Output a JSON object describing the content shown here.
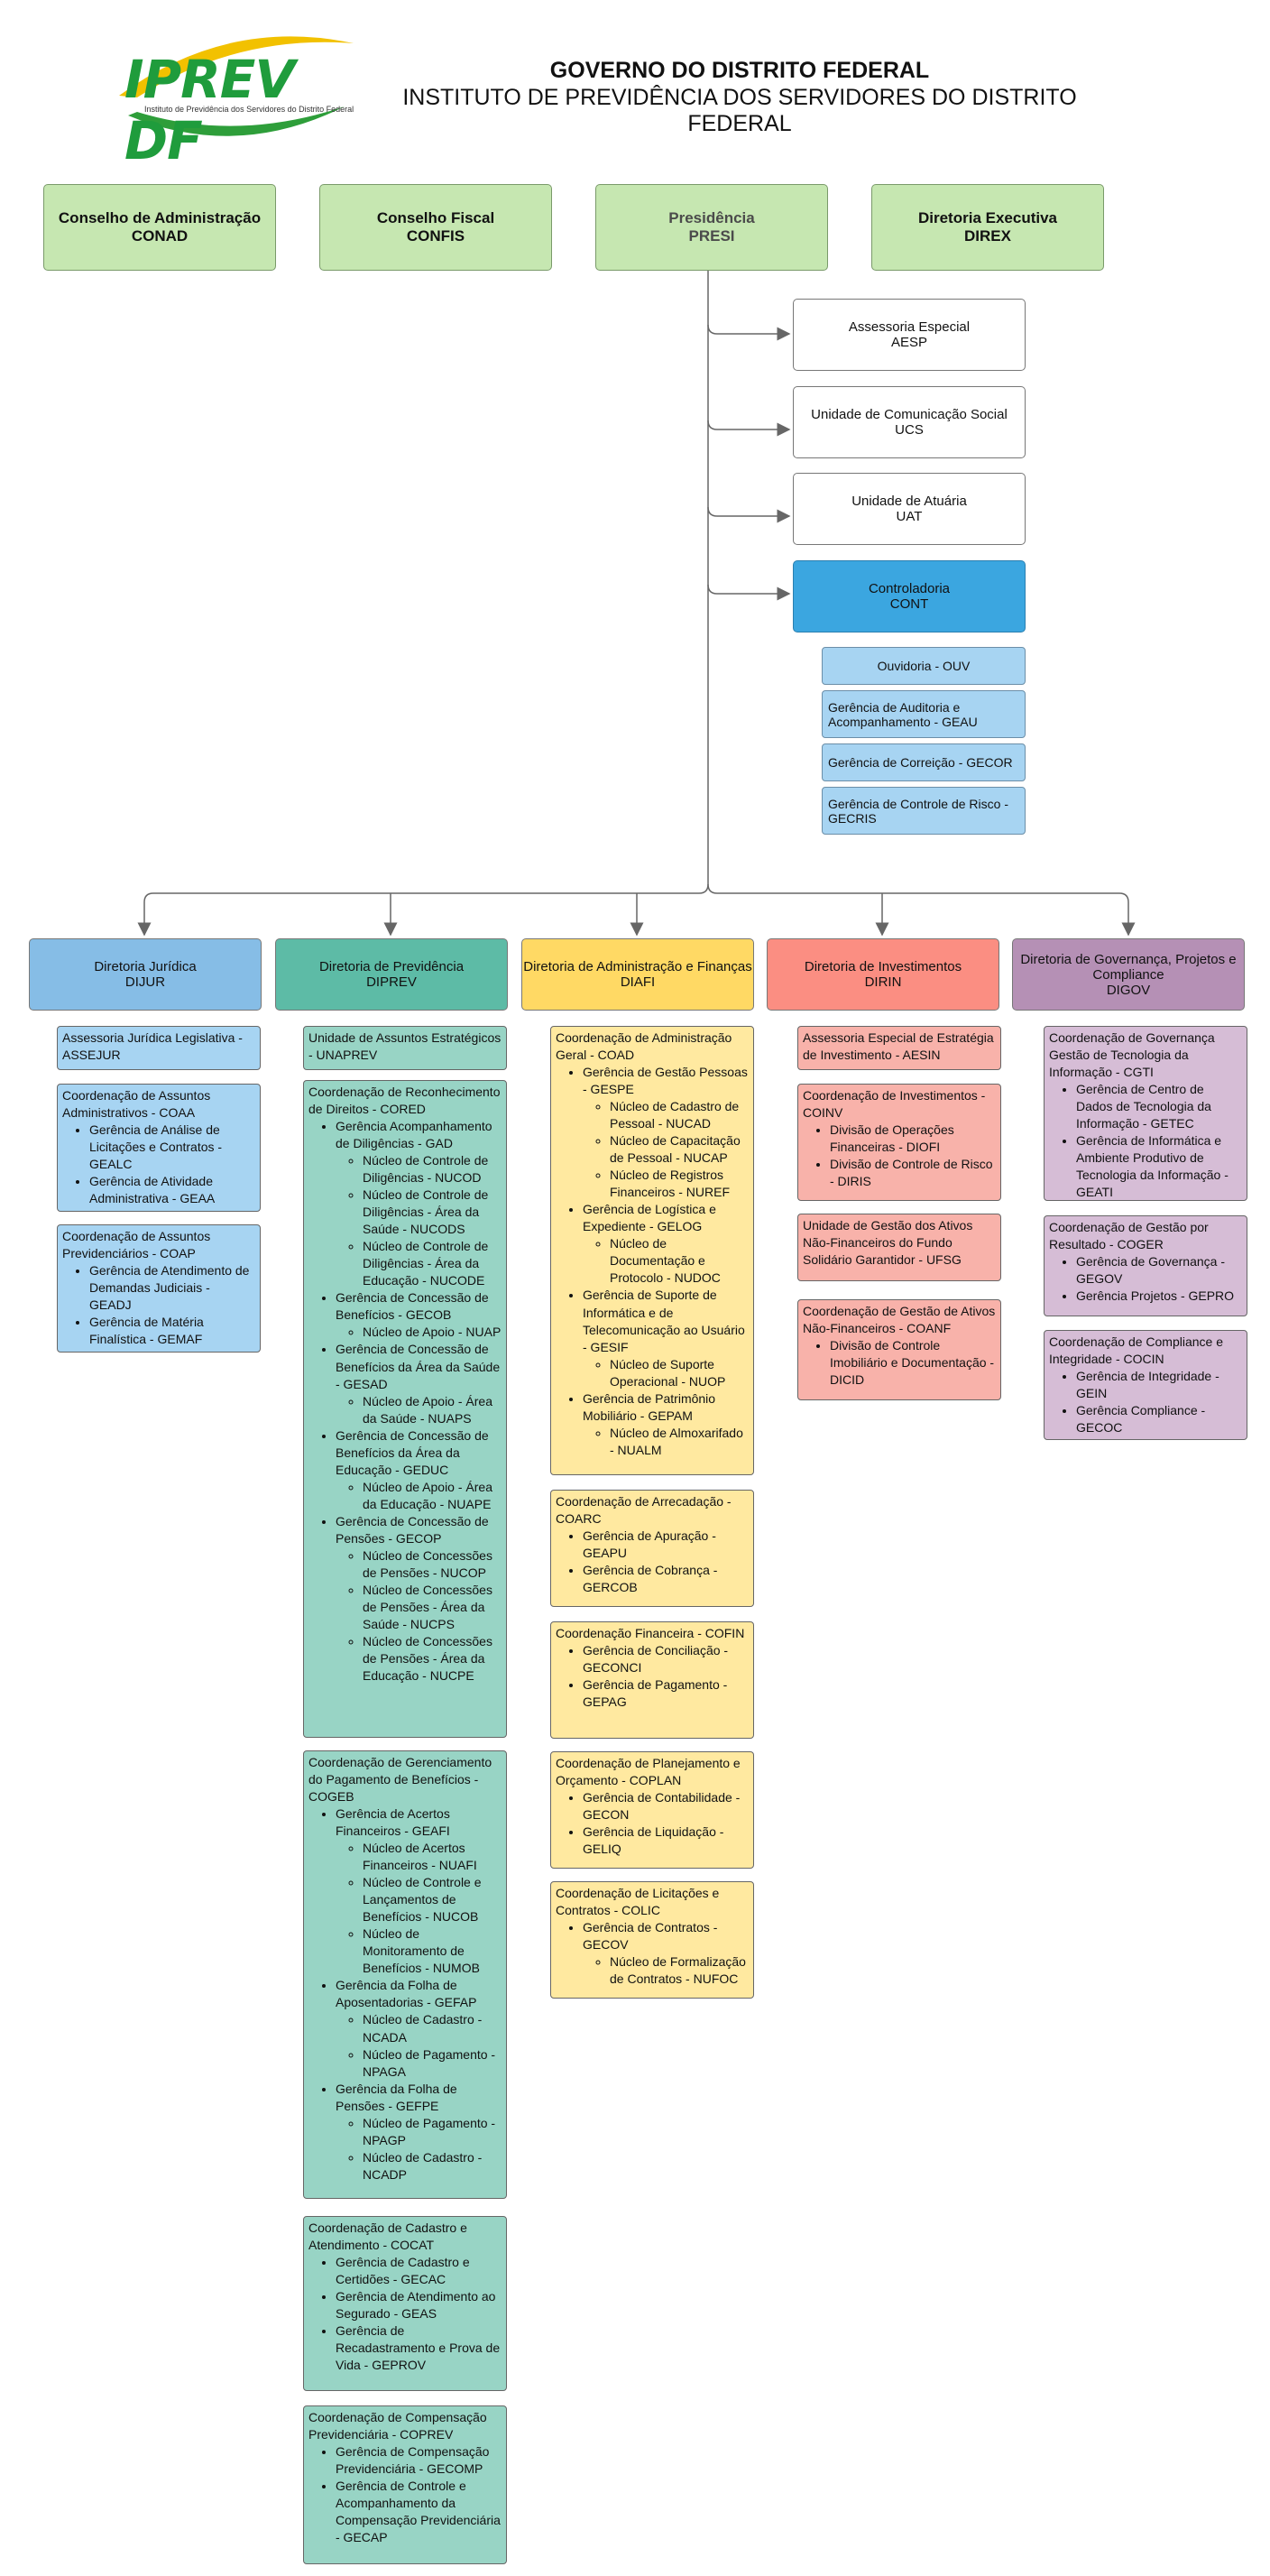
{
  "header": {
    "logo_text": "IPREV DF",
    "logo_sub": "Instituto de Previdência dos Servidores do Distrito Federal",
    "title": "GOVERNO DO DISTRITO FEDERAL",
    "subtitle": "INSTITUTO DE PREVIDÊNCIA DOS SERVIDORES DO DISTRITO FEDERAL"
  },
  "top": [
    {
      "name": "Conselho de Administração",
      "code": "CONAD"
    },
    {
      "name": "Conselho Fiscal",
      "code": "CONFIS"
    },
    {
      "name": "Presidência",
      "code": "PRESI"
    },
    {
      "name": "Diretoria Executiva",
      "code": "DIREX"
    }
  ],
  "side": [
    {
      "name": "Assessoria Especial",
      "code": "AESP"
    },
    {
      "name": "Unidade de Comunicação Social",
      "code": "UCS"
    },
    {
      "name": "Unidade de Atuária",
      "code": "UAT"
    },
    {
      "name": "Controladoria",
      "code": "CONT"
    }
  ],
  "cont_units": [
    "Ouvidoria - OUV",
    "Gerência de Auditoria e Acompanhamento - GEAU",
    "Gerência de Correição - GECOR",
    "Gerência de Controle de Risco - GECRIS"
  ],
  "directorates": [
    {
      "name": "Diretoria Jurídica",
      "code": "DIJUR"
    },
    {
      "name": "Diretoria de Previdência",
      "code": "DIPREV"
    },
    {
      "name": "Diretoria de Administração e Finanças",
      "code": "DIAFI"
    },
    {
      "name": "Diretoria de Investimentos",
      "code": "DIRIN"
    },
    {
      "name": "Diretoria de Governança, Projetos e Compliance",
      "code": "DIGOV"
    }
  ],
  "dijur": [
    {
      "title": "Assessoria Jurídica Legislativa - ASSEJUR",
      "items": []
    },
    {
      "title": "Coordenação de Assuntos Administrativos - COAA",
      "items": [
        {
          "t": "Gerência de Análise de Licitações e Contratos - GEALC"
        },
        {
          "t": "Gerência de Atividade Administrativa - GEAA"
        }
      ]
    },
    {
      "title": "Coordenação de Assuntos Previdenciários - COAP",
      "items": [
        {
          "t": "Gerência de Atendimento de Demandas Judiciais - GEADJ"
        },
        {
          "t": "Gerência de Matéria Finalística - GEMAF"
        }
      ]
    }
  ],
  "diprev": [
    {
      "title": "Unidade de Assuntos Estratégicos - UNAPREV",
      "items": []
    },
    {
      "title": "Coordenação de Reconhecimento de Direitos - CORED",
      "items": [
        {
          "t": "Gerência Acompanhamento de Diligências - GAD",
          "sub": [
            "Núcleo de Controle de Diligências - NUCOD",
            "Núcleo de Controle de Diligências - Área da Saúde - NUCODS",
            "Núcleo de Controle de Diligências - Área da Educação - NUCODE"
          ]
        },
        {
          "t": "Gerência de Concessão de Benefícios - GECOB",
          "sub": [
            "Núcleo de Apoio - NUAP"
          ]
        },
        {
          "t": "Gerência de Concessão de Benefícios da Área da Saúde - GESAD",
          "sub": [
            "Núcleo de Apoio - Área da Saúde - NUAPS"
          ]
        },
        {
          "t": "Gerência de Concessão de Benefícios da Área da Educação - GEDUC",
          "sub": [
            "Núcleo de Apoio - Área da Educação - NUAPE"
          ]
        },
        {
          "t": "Gerência de Concessão de Pensões - GECOP",
          "sub": [
            "Núcleo de Concessões de Pensões - NUCOP",
            "Núcleo de Concessões de Pensões - Área da Saúde - NUCPS",
            "Núcleo de Concessões de Pensões - Área da Educação - NUCPE"
          ]
        }
      ]
    },
    {
      "title": "Coordenação de Gerenciamento do Pagamento de Benefícios - COGEB",
      "items": [
        {
          "t": "Gerência de Acertos Financeiros - GEAFI",
          "sub": [
            "Núcleo de Acertos Financeiros - NUAFI",
            "Núcleo de Controle e Lançamentos de Benefícios - NUCOB",
            "Núcleo de Monitoramento de Benefícios - NUMOB"
          ]
        },
        {
          "t": "Gerência da Folha de Aposentadorias - GEFAP",
          "sub": [
            "Núcleo de Cadastro - NCADA",
            "Núcleo de Pagamento - NPAGA"
          ]
        },
        {
          "t": "Gerência da Folha de Pensões - GEFPE",
          "sub": [
            "Núcleo de Pagamento - NPAGP",
            "Núcleo de Cadastro - NCADP"
          ]
        }
      ]
    },
    {
      "title": "Coordenação de Cadastro e Atendimento - COCAT",
      "items": [
        {
          "t": "Gerência de Cadastro e Certidões - GECAC"
        },
        {
          "t": "Gerência de Atendimento ao Segurado - GEAS"
        },
        {
          "t": "Gerência de Recadastramento e Prova de Vida - GEPROV"
        }
      ]
    },
    {
      "title": "Coordenação de Compensação Previdenciária - COPREV",
      "items": [
        {
          "t": "Gerência de Compensação Previdenciária - GECOMP"
        },
        {
          "t": "Gerência de  Controle e Acompanhamento da Compensação Previdenciária - GECAP"
        }
      ]
    }
  ],
  "diafi": [
    {
      "title": "Coordenação de Administração Geral - COAD",
      "items": [
        {
          "t": "Gerência de Gestão Pessoas - GESPE",
          "sub": [
            "Núcleo de Cadastro de Pessoal - NUCAD",
            "Núcleo de Capacitação de Pessoal - NUCAP",
            "Núcleo de Registros Financeiros - NUREF"
          ]
        },
        {
          "t": "Gerência de Logística e Expediente - GELOG",
          "sub": [
            "Núcleo de Documentação e Protocolo - NUDOC"
          ]
        },
        {
          "t": "Gerência de Suporte de Informática e de Telecomunicação ao Usuário - GESIF",
          "sub": [
            "Núcleo de Suporte Operacional - NUOP"
          ]
        },
        {
          "t": "Gerência de Patrimônio Mobiliário - GEPAM",
          "sub": [
            "Núcleo de Almoxarifado - NUALM"
          ]
        }
      ]
    },
    {
      "title": "Coordenação de Arrecadação - COARC",
      "items": [
        {
          "t": "Gerência de Apuração - GEAPU"
        },
        {
          "t": "Gerência de Cobrança - GERCOB"
        }
      ]
    },
    {
      "title": "Coordenação Financeira - COFIN",
      "items": [
        {
          "t": "Gerência de Conciliação - GECONCI"
        },
        {
          "t": "Gerência de Pagamento - GEPAG"
        }
      ]
    },
    {
      "title": "Coordenação de Planejamento e Orçamento - COPLAN",
      "items": [
        {
          "t": "Gerência de Contabilidade - GECON"
        },
        {
          "t": "Gerência de Liquidação - GELIQ"
        }
      ]
    },
    {
      "title": "Coordenação de Licitações e Contratos - COLIC",
      "items": [
        {
          "t": "Gerência de Contratos - GECOV",
          "sub": [
            "Núcleo de Formalização de Contratos - NUFOC"
          ]
        }
      ]
    }
  ],
  "dirin": [
    {
      "title": "Assessoria Especial de Estratégia de Investimento - AESIN",
      "items": []
    },
    {
      "title": "Coordenação de Investimentos - COINV",
      "items": [
        {
          "t": "Divisão de Operações Financeiras - DIOFI"
        },
        {
          "t": "Divisão de Controle de Risco - DIRIS"
        }
      ]
    },
    {
      "title": "Unidade de Gestão dos Ativos Não-Financeiros do Fundo Solidário Garantidor - UFSG",
      "items": []
    },
    {
      "title": "Coordenação de Gestão de Ativos Não-Financeiros - COANF",
      "items": [
        {
          "t": "Divisão de Controle Imobiliário e Documentação - DICID"
        }
      ]
    }
  ],
  "digov": [
    {
      "title": "Coordenação de Governança Gestão de Tecnologia da Informação - CGTI",
      "items": [
        {
          "t": "Gerência de Centro de Dados de Tecnologia da Informação - GETEC"
        },
        {
          "t": "Gerência de Informática e Ambiente Produtivo de Tecnologia da Informação - GEATI"
        }
      ]
    },
    {
      "title": "Coordenação de Gestão por Resultado - COGER",
      "items": [
        {
          "t": "Gerência de Governança - GEGOV"
        },
        {
          "t": "Gerência Projetos - GEPRO"
        }
      ]
    },
    {
      "title": "Coordenação de Compliance e Integridade - COCIN",
      "items": [
        {
          "t": "Gerência de Integridade - GEIN"
        },
        {
          "t": "Gerência Compliance - GECOC"
        }
      ]
    }
  ]
}
